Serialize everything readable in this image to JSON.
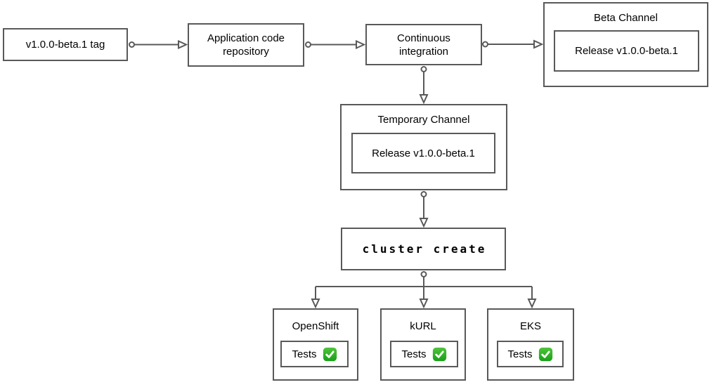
{
  "diagram": {
    "nodes": {
      "tag": {
        "label": "v1.0.0-beta.1 tag"
      },
      "app_repo": {
        "label": "Application code repository"
      },
      "ci": {
        "label": "Continuous integration"
      },
      "beta_channel": {
        "title": "Beta Channel",
        "release": "Release v1.0.0-beta.1"
      },
      "temp_channel": {
        "title": "Temporary Channel",
        "release": "Release v1.0.0-beta.1"
      },
      "cluster_create": {
        "label": "cluster create"
      },
      "openshift": {
        "title": "OpenShift",
        "tests_label": "Tests",
        "tests_status_icon": "white-check-mark"
      },
      "kurl": {
        "title": "kURL",
        "tests_label": "Tests",
        "tests_status_icon": "white-check-mark"
      },
      "eks": {
        "title": "EKS",
        "tests_label": "Tests",
        "tests_status_icon": "white-check-mark"
      }
    },
    "edges": [
      {
        "from": "tag",
        "to": "app_repo"
      },
      {
        "from": "app_repo",
        "to": "ci"
      },
      {
        "from": "ci",
        "to": "beta_channel"
      },
      {
        "from": "ci",
        "to": "temp_channel"
      },
      {
        "from": "temp_channel",
        "to": "cluster_create"
      },
      {
        "from": "cluster_create",
        "to": "openshift"
      },
      {
        "from": "cluster_create",
        "to": "kurl"
      },
      {
        "from": "cluster_create",
        "to": "eks"
      }
    ],
    "colors": {
      "background": "#ffffff",
      "border": "#595959",
      "line": "#595959",
      "text": "#000000",
      "check_green_top": "#4ec43b",
      "check_green_bottom": "#18a018",
      "check_mark": "#ffffff"
    }
  }
}
